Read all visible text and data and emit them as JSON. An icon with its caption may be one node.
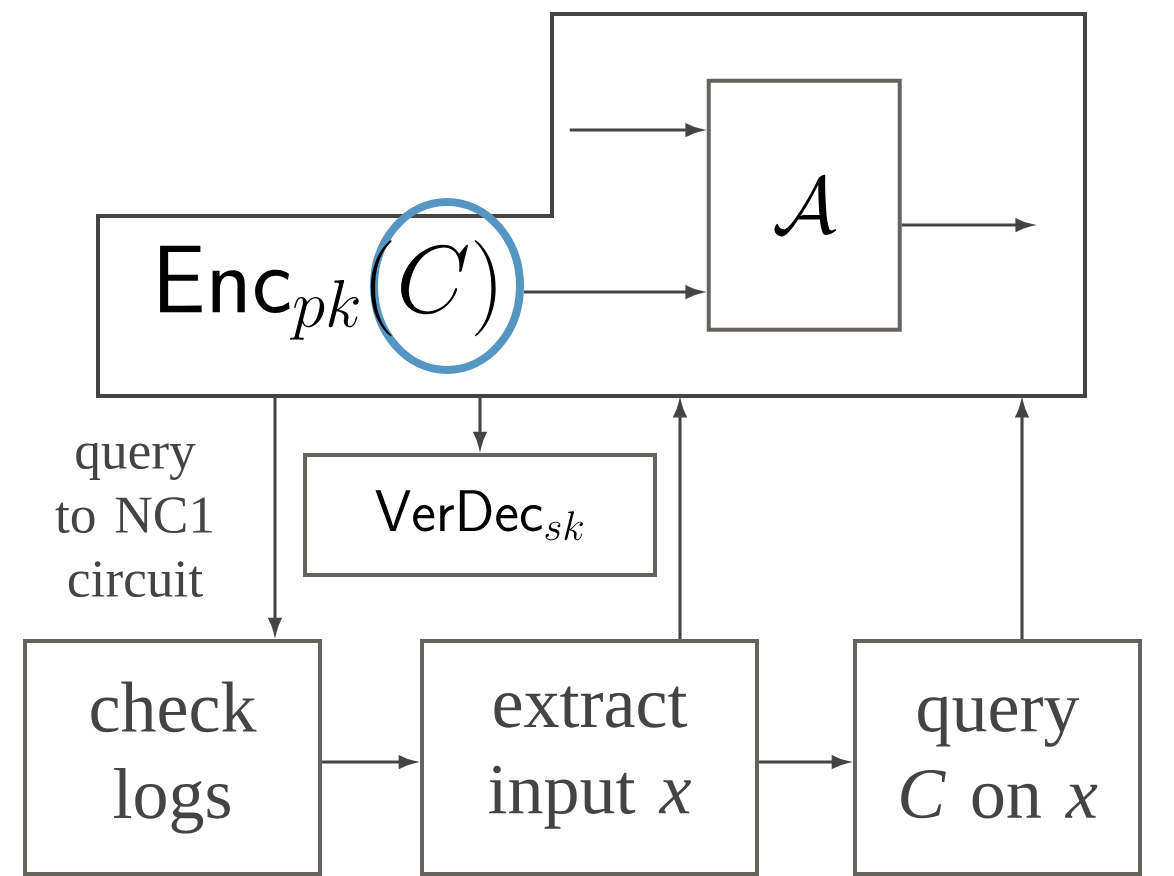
{
  "diagram": {
    "nodes": [
      {
        "text": [
          "\\mathsf{Enc}_{pk}(C)"
        ]
      },
      {
        "text": [
          "\\mathcal{A}"
        ],
        "in": 0
      },
      {
        "text": [
          "check logs"
        ]
      },
      {
        "text": [
          "\\mathsf{VerDec}_{sk}"
        ]
      },
      {
        "text": [
          "extract input *x*"
        ]
      },
      {
        "text": [
          "query *C* on *x*"
        ]
      }
    ],
    "edges": [
      {
        "from": null,
        "to": 1,
        "arrow": "to"
      },
      {
        "from": null,
        "to": 1,
        "arrow": "to"
      },
      {
        "from": 1,
        "to": null,
        "arrow": "to"
      },
      {
        "from": 0,
        "to": 2,
        "arrow": "to",
        "label": "query to NC1 circuit"
      },
      {
        "from": 0,
        "to": 3,
        "arrow": "to"
      },
      {
        "from": 2,
        "to": 4,
        "arrow": "to"
      },
      {
        "from": 4,
        "to": 5,
        "arrow": "to"
      },
      {
        "from": 4,
        "to": 0,
        "arrow": "to"
      },
      {
        "from": 5,
        "to": 0,
        "arrow": "to"
      }
    ]
  }
}
